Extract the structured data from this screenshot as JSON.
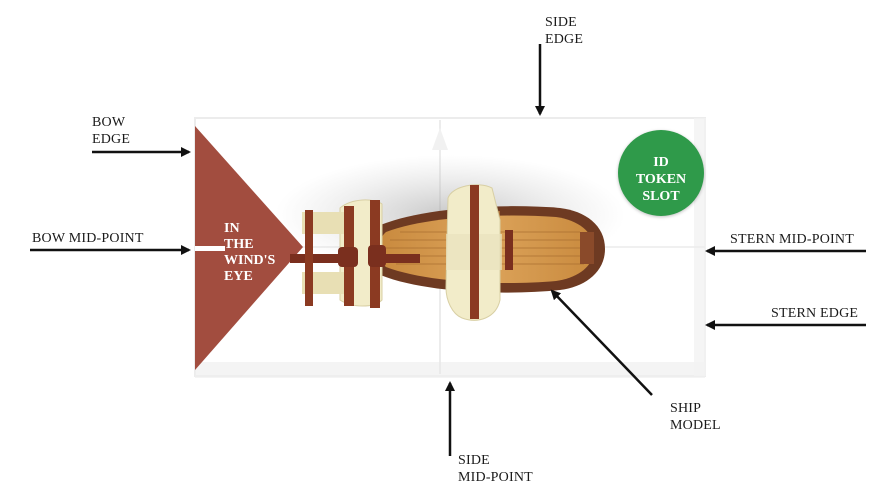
{
  "labels": {
    "side_edge": [
      "SIDE",
      "EDGE"
    ],
    "bow_edge": [
      "BOW",
      "EDGE"
    ],
    "bow_mid_point": "BOW MID-POINT",
    "stern_mid_point": "STERN MID-POINT",
    "stern_edge": "STERN EDGE",
    "ship_model": [
      "SHIP",
      "MODEL"
    ],
    "side_mid_point": [
      "SIDE",
      "MID-POINT"
    ]
  },
  "wind_zone": {
    "lines": [
      "IN",
      "THE",
      "WIND'S",
      "EYE"
    ]
  },
  "id_token": {
    "lines": [
      "ID",
      "TOKEN",
      "SLOT"
    ]
  },
  "colors": {
    "wind_triangle": "#a24d3f",
    "id_token": "#2f9a4a",
    "arrow": "#111111",
    "hull": "#6e3a22",
    "deck": "#d49a4f",
    "sail": "#f2ecc9",
    "mast": "#7a2f1e"
  }
}
